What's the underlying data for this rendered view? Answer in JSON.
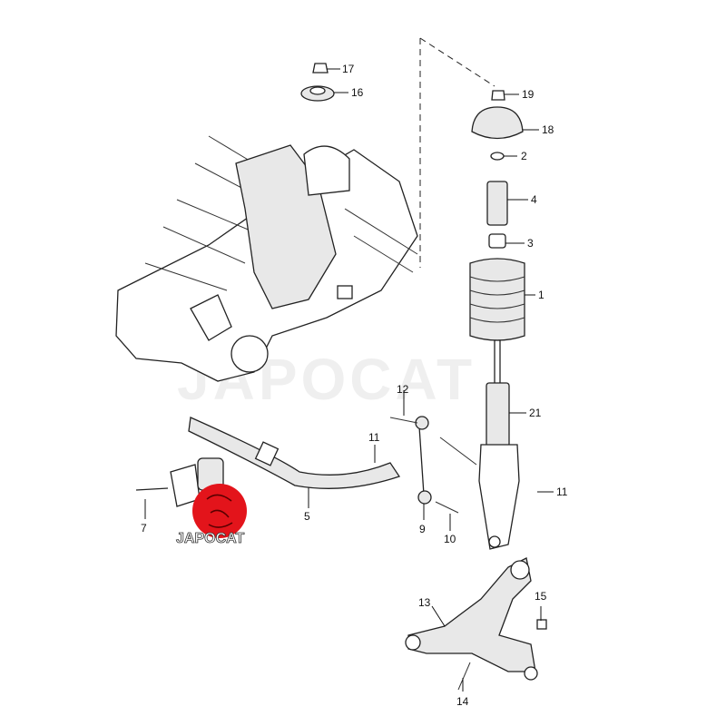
{
  "diagram": {
    "watermark": "JAPOCAT",
    "logo": {
      "text": "JAPOCAT",
      "color": "#e3141b"
    },
    "callouts": [
      {
        "id": "17"
      },
      {
        "id": "16"
      },
      {
        "id": "19"
      },
      {
        "id": "18"
      },
      {
        "id": "2"
      },
      {
        "id": "4"
      },
      {
        "id": "3"
      },
      {
        "id": "1"
      },
      {
        "id": "21"
      },
      {
        "id": "12"
      },
      {
        "id": "11"
      },
      {
        "id": "11"
      },
      {
        "id": "7"
      },
      {
        "id": "5"
      },
      {
        "id": "9"
      },
      {
        "id": "10"
      },
      {
        "id": "13"
      },
      {
        "id": "15"
      },
      {
        "id": "14"
      }
    ]
  }
}
